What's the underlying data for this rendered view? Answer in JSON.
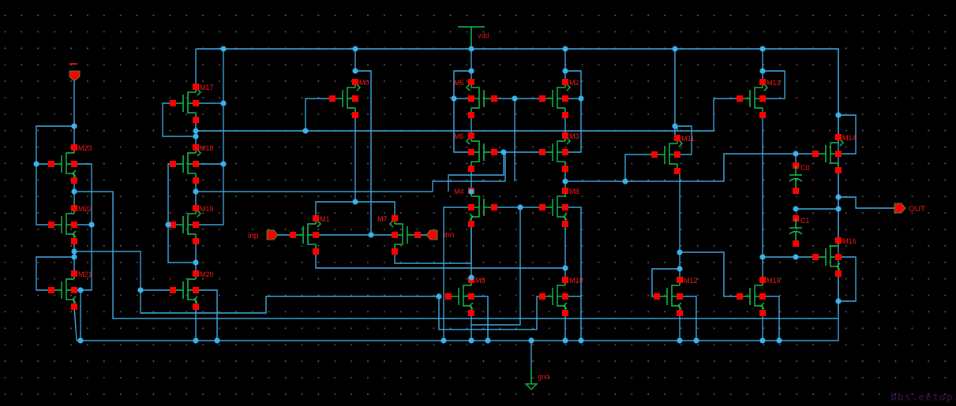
{
  "title": "Schematic editor - op-amp circuit",
  "colors": {
    "background": "#000000",
    "wire": "#3fa9e0",
    "device": "#16c050",
    "pin": "#ff0000",
    "label": "#ff1a1a",
    "junction": "#3bb4ee"
  },
  "supplies": {
    "vdd": "vdd",
    "gnd": "gnd"
  },
  "ports": {
    "inp": "inp",
    "inn": "inn",
    "out": "OUT",
    "bias": "-"
  },
  "transistors": [
    "M1",
    "M2",
    "M3",
    "M4",
    "M5",
    "M6",
    "M7",
    "M8",
    "M9",
    "M10",
    "M11",
    "M12",
    "M13",
    "M14",
    "M15",
    "M16",
    "M17",
    "M18",
    "M19",
    "M20",
    "M21",
    "M22",
    "M23",
    "M0"
  ],
  "capacitors": [
    "C0",
    "C1"
  ],
  "watermark": "bbs.eetop.cn"
}
